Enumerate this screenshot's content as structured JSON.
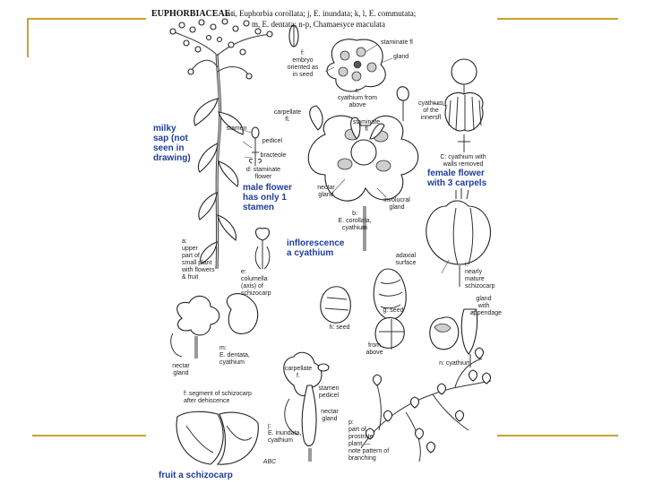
{
  "header": {
    "family": "EUPHORBIACEAE:",
    "line1": "a-i, Euphorbia corollata; j, E. inundata; k, l, E. commutata;",
    "line2": "m, E. dentata; n-p, Chamaesyce maculata"
  },
  "callouts": {
    "milky_sap": "milky\nsap (not\nseen in\ndrawing)",
    "male_flower": "male flower\nhas only 1\nstamen",
    "inflorescence": "inflorescence\na cyathium",
    "female_flower": "female flower\nwith 3 carpels",
    "fruit": "fruit a schizocarp"
  },
  "labels": {
    "embryo": "f:\nembryo\noriented as\nin seed",
    "cyathium_above": "c:\ncyathium from\nabove",
    "staminate_flower": "staminate fl",
    "gland": "gland",
    "cyathium_walls": "cyathium\nof the\ninnersfl",
    "carpellate_fl": "carpellate\nfl.",
    "stamen": "stamen",
    "pedicel": "pedicel",
    "bracteole": "bracteole",
    "d_staminate": "d: staminate\nflower",
    "stam_flo": "staminate\nfl",
    "nectar_gland": "nectar\ngland",
    "involucral": "involucral\ngland",
    "b_corollata": "b:\nE. corollata,\ncyathium",
    "c_cyathium_walls": "C: cyathium with\nwalls removed",
    "a_upper": "a:\nupper\npart of\nsmall plant\nwith flowers\n& fruit",
    "e_columella": "e:\ncolumella\n(axis) of\nschizocarp",
    "ventral": "adaxial\nsurface",
    "g_seed": "g: seed",
    "h_seed": "h: seed",
    "from_above": "from\nabove",
    "mature_schizocarp": "i:\nnearly\nmature\nschizocarp",
    "gland_appendage": "gland\nwith\nappendage",
    "n_cyathium": "n: cyathium",
    "m_dentata": "m:\nE. dentata,\ncyathium",
    "nectar_gland2": "nectar\ngland",
    "f_segment": "f: segment of schizocarp\nafter dehiscence",
    "carpellate_f": "carpellate\nf.",
    "stamen_pedicel": "stamen\npedicel",
    "nectar_gland3": "nectar\ngland",
    "j_inundata": "j:\nE. inundata,\ncyathium",
    "p_part": "p:\npart of\nprostrate\nplant —\nnote pattern of\nbranching",
    "signature": "ABC"
  },
  "colors": {
    "accent_lines": "#c9a233",
    "callout_text": "#1f3d99"
  }
}
